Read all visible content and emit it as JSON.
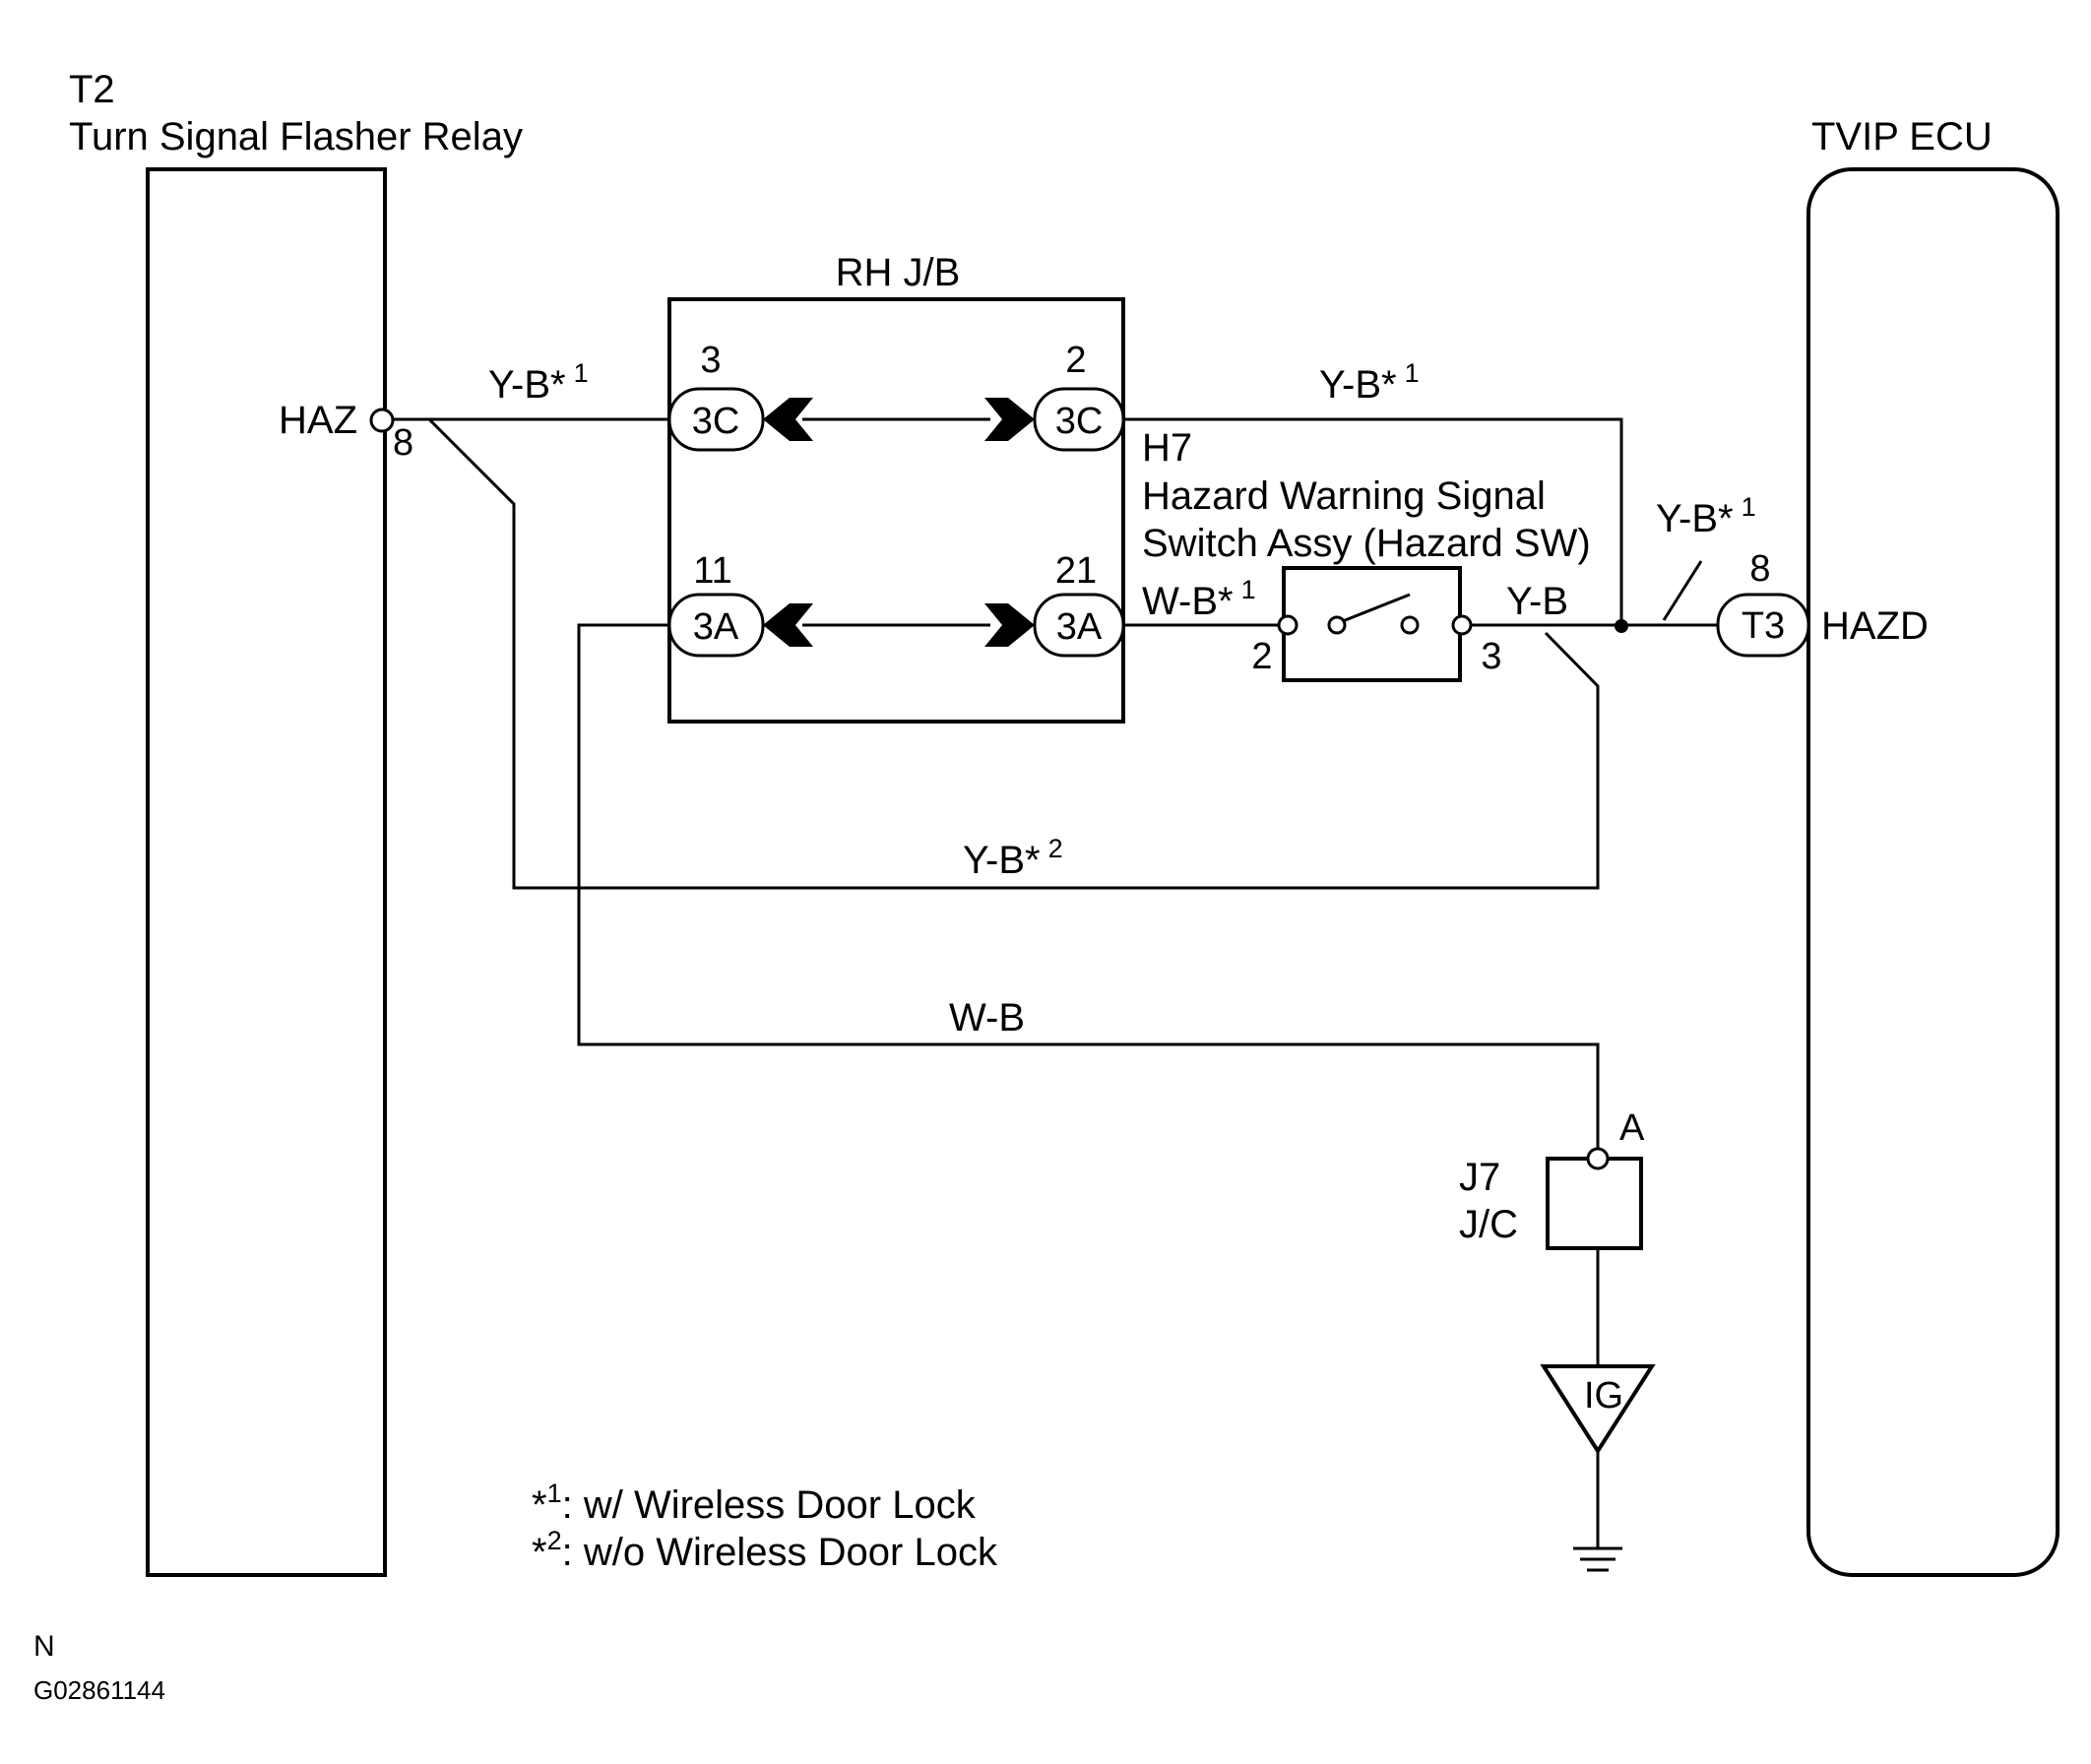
{
  "components": {
    "flasher_relay": {
      "code": "T2",
      "name": "Turn Signal Flasher Relay",
      "terminal_name": "HAZ",
      "terminal_pin": "8"
    },
    "tvip_ecu": {
      "name": "TVIP ECU",
      "connector": "T3",
      "terminal_pin": "8",
      "terminal_name": "HAZD"
    },
    "junction_block": {
      "name": "RH J/B",
      "connectors": [
        {
          "id": "3C",
          "left_pin": "3",
          "right_pin": "2"
        },
        {
          "id": "3A",
          "left_pin": "11",
          "right_pin": "21"
        }
      ]
    },
    "hazard_switch": {
      "code": "H7",
      "name_line1": "Hazard Warning Signal",
      "name_line2": "Switch Assy (Hazard SW)",
      "pin_in": "2",
      "pin_out": "3"
    },
    "junction_connector": {
      "code": "J7",
      "name": "J/C",
      "pin": "A"
    },
    "ground": {
      "label": "IG"
    }
  },
  "wires": {
    "relay_to_jb": {
      "color": "Y-B*",
      "note": "1"
    },
    "jb_to_ecu": {
      "color": "Y-B*",
      "note": "1"
    },
    "jb_to_switch": {
      "color": "W-B*",
      "note": "1"
    },
    "switch_out": {
      "color": "Y-B"
    },
    "to_ecu_branch": {
      "color": "Y-B*",
      "note": "1"
    },
    "bypass": {
      "color": "Y-B*",
      "note": "2"
    },
    "ground_wire": {
      "color": "W-B"
    }
  },
  "notes": [
    {
      "mark": "*",
      "sup": "1",
      "text": ": w/ Wireless Door Lock"
    },
    {
      "mark": "*",
      "sup": "2",
      "text": ": w/o Wireless Door Lock"
    }
  ],
  "footer": {
    "letter": "N",
    "figure_id": "G02861144"
  }
}
